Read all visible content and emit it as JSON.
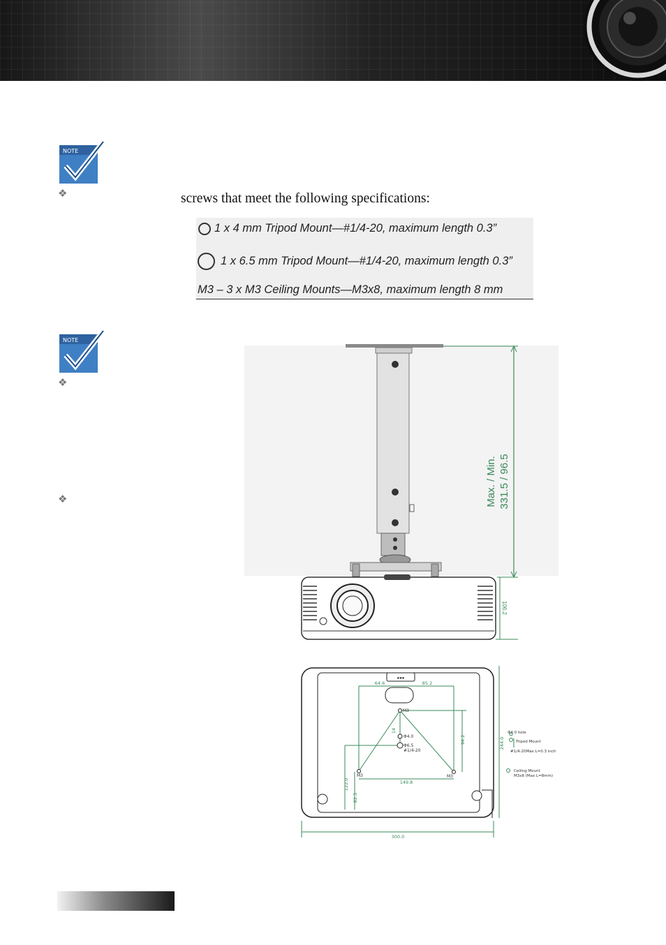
{
  "intro_text": "screws that meet the following specifications:",
  "spec_rows": [
    {
      "text": "1 x 4 mm Tripod Mount—#1/4-20, maximum length 0.3”",
      "symbol": "small-circle"
    },
    {
      "text": "1 x 6.5 mm Tripod Mount—#1/4-20, maximum length 0.3”",
      "symbol": "large-circle"
    },
    {
      "text": "M3 – 3 x M3 Ceiling Mounts—M3x8, maximum length 8 mm",
      "symbol": "none"
    }
  ],
  "side_view": {
    "height_label_line1": "Max. / Min.",
    "height_label_line2": "331.5 / 96.5",
    "projector_height": "106.2"
  },
  "bottom_view": {
    "dim_left": "64.6",
    "dim_right": "85.2",
    "dim_center_width": "149.8",
    "dim_vertical": "94.2",
    "dim_depth": "244.0",
    "dim_width": "300.0",
    "dim_122": "122.0",
    "dim_825": "82.5",
    "dim_14": "14",
    "hole_m3_top": "M3",
    "hole_m3_left": "M3",
    "hole_m3_right": "M3",
    "hole_40": "Φ4.0",
    "hole_65": "Φ6.5",
    "hole_thread": "#1/4-20",
    "legend_hole": "Φ4.0 hole",
    "legend_tripod": "Tripod Mount",
    "legend_tripod_spec": "#1/4-20Max L=0.3 inch",
    "legend_ceiling": "Ceiling Mount",
    "legend_ceiling_spec": "M3x8 (Max L=8mm)"
  },
  "colors": {
    "accent_green": "#3a8a5a",
    "icon_blue": "#3f7fc4"
  }
}
